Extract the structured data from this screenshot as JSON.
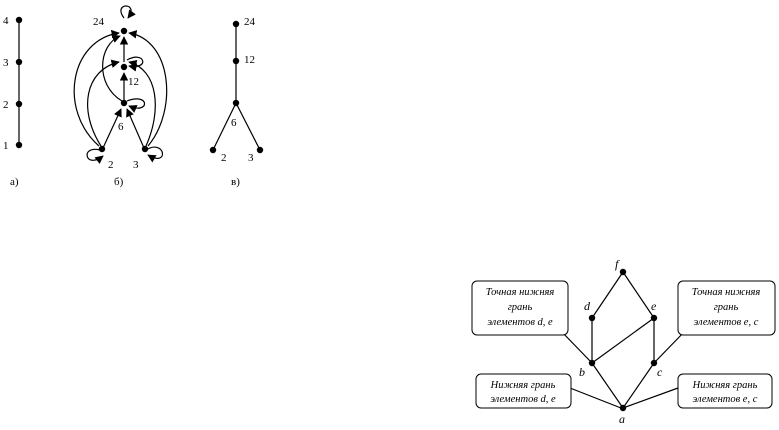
{
  "diagram_a": {
    "labels": [
      "4",
      "3",
      "2",
      "1"
    ],
    "caption": "а)"
  },
  "diagram_b": {
    "labels": [
      "24",
      "12",
      "6",
      "2",
      "3"
    ],
    "caption": "б)"
  },
  "diagram_c": {
    "labels": [
      "24",
      "12",
      "6",
      "2",
      "3"
    ],
    "caption": "в)"
  },
  "lattice": {
    "nodes": {
      "f": "f",
      "d": "d",
      "e": "e",
      "b": "b",
      "c": "c",
      "a": "a"
    },
    "callouts": {
      "top_left": [
        "Точная нижняя",
        "грань",
        "элементов d, e"
      ],
      "top_right": [
        "Точная нижняя",
        "грань",
        "элементов e, c"
      ],
      "bottom_left": [
        "Нижняя грань",
        "элементов d, e"
      ],
      "bottom_right": [
        "Нижняя грань",
        "элементов e, c"
      ]
    }
  }
}
